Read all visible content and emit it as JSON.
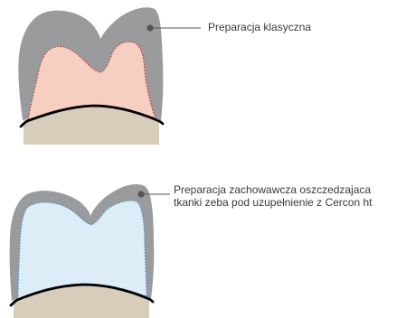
{
  "labels": {
    "classic_preparation": "Preparacja klasyczna",
    "conservative_preparation_line1": "Preparacja zachowawcza oszczedzajaca",
    "conservative_preparation_line2": "tkanki  zeba pod uzupełnienie z Cercon ht"
  },
  "colors": {
    "crown_gray": "#9a9b9d",
    "root_beige": "#d8ccbb",
    "classic_core_fill": "#f6cfc0",
    "classic_margin_dots": "#d0394b",
    "conservative_core_fill": "#dcedf8",
    "conservative_margin_dots": "#4f8fc9",
    "leader_line": "#555555",
    "margin_line": "#000000"
  }
}
